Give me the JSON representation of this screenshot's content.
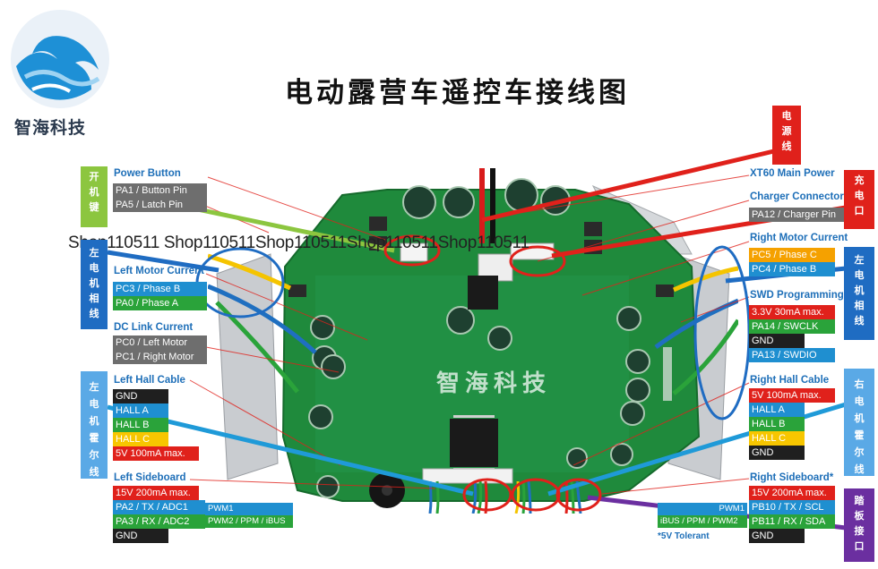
{
  "logo": {
    "text": "智海科技"
  },
  "title": "电动露营车遥控车接线图",
  "watermark": {
    "shop": "Shop110511 Shop110511Shop110511Shop110511Shop110511",
    "brand": "智海科技"
  },
  "colors": {
    "blue_label": "#1e6fb8",
    "gray": "#6e6e6e",
    "dark": "#1f1f1f",
    "blue": "#1f8fd0",
    "green": "#2aa33a",
    "orange": "#f5a100",
    "yellow": "#f7d000",
    "red": "#e0211b",
    "purple": "#6b2fa0",
    "tag_green": "#8cc63f",
    "tag_blue": "#1f6cc2",
    "tag_lightblue": "#5aa9e6"
  },
  "left_groups": {
    "power_button": {
      "header": "Power Button",
      "pins": [
        "PA1 / Button Pin",
        "PA5 / Latch Pin"
      ]
    },
    "left_motor_current": {
      "header": "Left Motor Current",
      "pins": [
        "PC3 / Phase B",
        "PA0 / Phase A"
      ]
    },
    "dc_link_current": {
      "header": "DC Link Current",
      "pins": [
        "PC0 / Left Motor",
        "PC1 / Right Motor"
      ]
    },
    "left_hall_cable": {
      "header": "Left Hall Cable",
      "pins": [
        "GND",
        "HALL A",
        "HALL B",
        "HALL C",
        "5V 100mA max."
      ]
    },
    "left_sideboard": {
      "header": "Left Sideboard",
      "pins": [
        "15V 200mA max.",
        "PA2 / TX / ADC1",
        "PA3 / RX / ADC2",
        "GND"
      ],
      "pwm": [
        "PWM1",
        "PWM2 / PPM / iBUS"
      ]
    }
  },
  "right_groups": {
    "xt60": {
      "header": "XT60 Main Power"
    },
    "charger_connector": {
      "header": "Charger Connector",
      "pins": [
        "PA12 / Charger Pin"
      ]
    },
    "right_motor_current": {
      "header": "Right Motor Current",
      "pins": [
        "PC5 / Phase C",
        "PC4 / Phase B"
      ]
    },
    "swd_programming": {
      "header": "SWD Programming",
      "pins": [
        "3.3V 30mA max.",
        "PA14 / SWCLK",
        "GND",
        "PA13 / SWDIO"
      ]
    },
    "right_hall_cable": {
      "header": "Right Hall Cable",
      "pins": [
        "5V 100mA max.",
        "HALL A",
        "HALL B",
        "HALL C",
        "GND"
      ]
    },
    "right_sideboard": {
      "header": "Right Sideboard*",
      "pins": [
        "15V 200mA max.",
        "PB10 / TX / SCL",
        "PB11 / RX / SDA",
        "GND"
      ],
      "pwm": [
        "PWM1",
        "iBUS / PPM / PWM2"
      ],
      "note": "*5V Tolerant"
    }
  },
  "side_tags": {
    "power_key": "开机键",
    "left_motor_phase": "左电机相线",
    "left_hall": "左电机霍尔线",
    "power_line": "电源线",
    "charge_port": "充电口",
    "right_motor_phase": "左电机相线",
    "right_hall": "右电机霍尔线",
    "pedal_port": "踏板接口"
  }
}
